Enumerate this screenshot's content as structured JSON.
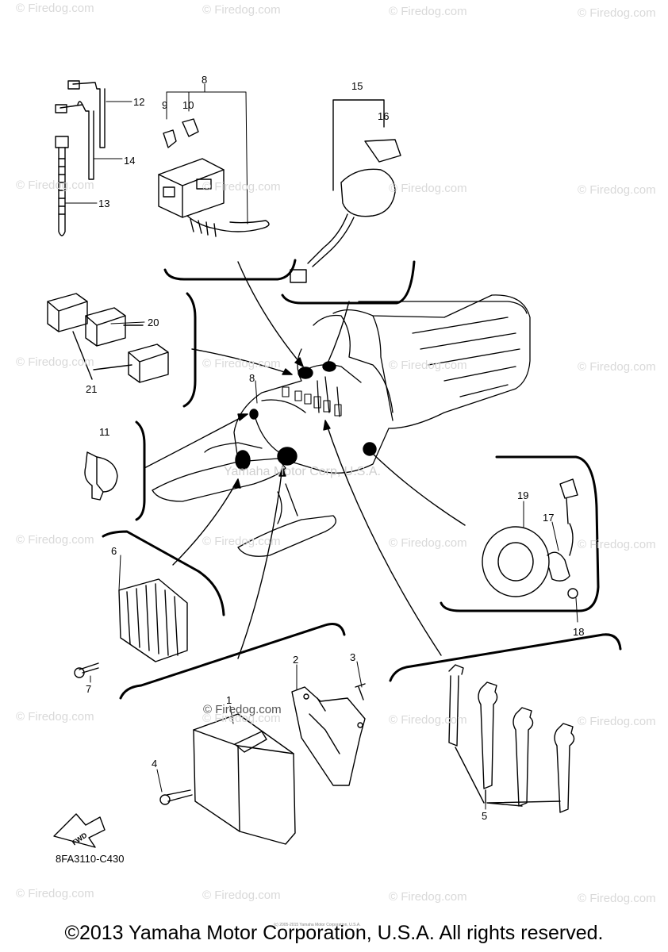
{
  "watermark": {
    "text": "© Firedog.com"
  },
  "callouts": [
    {
      "key": "c1",
      "text": "1"
    },
    {
      "key": "c2",
      "text": "2"
    },
    {
      "key": "c3",
      "text": "3"
    },
    {
      "key": "c4",
      "text": "4"
    },
    {
      "key": "c5",
      "text": "5"
    },
    {
      "key": "c6",
      "text": "6"
    },
    {
      "key": "c7",
      "text": "7"
    },
    {
      "key": "c8a",
      "text": "8"
    },
    {
      "key": "c8b",
      "text": "8"
    },
    {
      "key": "c9",
      "text": "9"
    },
    {
      "key": "c10",
      "text": "10"
    },
    {
      "key": "c11",
      "text": "11"
    },
    {
      "key": "c12",
      "text": "12"
    },
    {
      "key": "c13",
      "text": "13"
    },
    {
      "key": "c14",
      "text": "14"
    },
    {
      "key": "c15",
      "text": "15"
    },
    {
      "key": "c16",
      "text": "16"
    },
    {
      "key": "c17",
      "text": "17"
    },
    {
      "key": "c18",
      "text": "18"
    },
    {
      "key": "c19",
      "text": "19"
    },
    {
      "key": "c20",
      "text": "20"
    },
    {
      "key": "c21",
      "text": "21"
    }
  ],
  "center_watermark": "Yamaha Motor Corp, U.S.A.",
  "inline_watermark": "© Firedog.com",
  "fwd_label": "FWD",
  "part_code": "8FA3110-C430",
  "fine_print": "(c) 2005-2015 Yamaha Motor Corporation, U.S.A.",
  "copyright": "©2013 Yamaha Motor Corporation, U.S.A. All rights reserved."
}
